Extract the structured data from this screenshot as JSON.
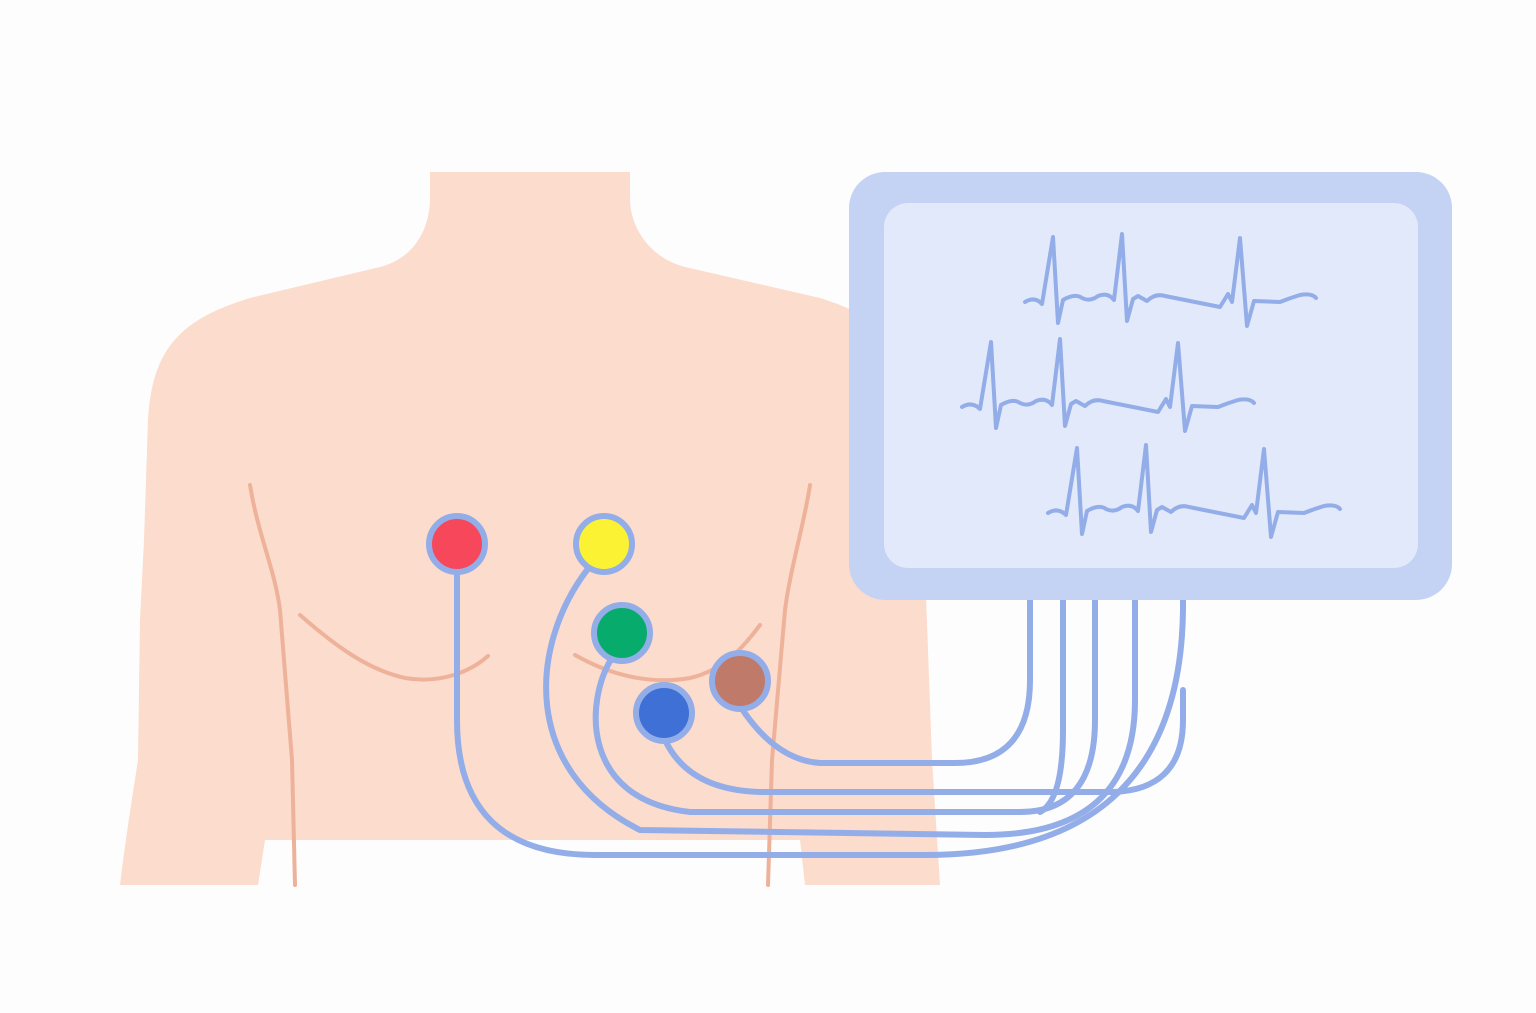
{
  "colors": {
    "background": "#fdfdfd",
    "skin": "#fcdccc",
    "skin_outline": "#eeb29b",
    "cable": "#93ade8",
    "monitor_frame": "#c4d2f3",
    "monitor_screen": "#e1e9fb",
    "trace": "#93ade8",
    "electrode_ring": "#93ade8"
  },
  "electrodes": [
    {
      "name": "red",
      "color": "#f6485a"
    },
    {
      "name": "yellow",
      "color": "#fbf233"
    },
    {
      "name": "green",
      "color": "#07ab6b"
    },
    {
      "name": "blue",
      "color": "#3f70d6"
    },
    {
      "name": "brown",
      "color": "#c07a6a"
    }
  ],
  "monitor": {
    "trace_count": 3
  }
}
